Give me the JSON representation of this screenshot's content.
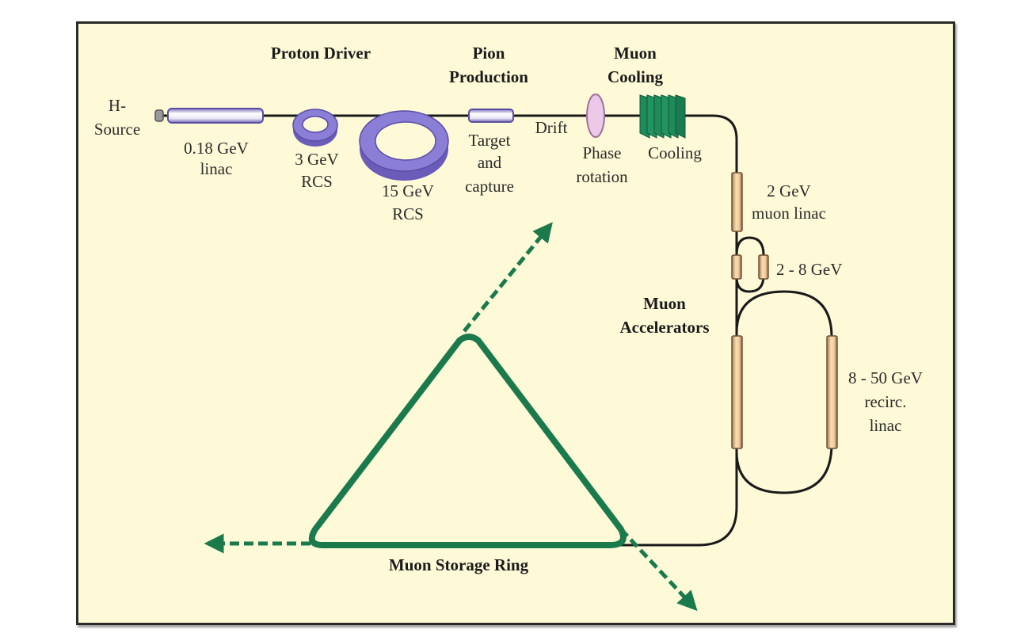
{
  "diagram": {
    "colors": {
      "background": "#fefad8",
      "border": "#2a2a26",
      "beamline": "#1a1a1a",
      "proton_ring": "#7a6cc8",
      "linac_cap": "#8a80c8",
      "phase_rotator": "#e9c6e4",
      "cooling": "#1f8a5a",
      "muon_linac": "#f2cfa0",
      "storage_ring": "#1b7a4c"
    },
    "section_headers": {
      "proton_driver": "Proton Driver",
      "pion_production_1": "Pion",
      "pion_production_2": "Production",
      "muon_cooling_1": "Muon",
      "muon_cooling_2": "Cooling",
      "muon_accelerators_1": "Muon",
      "muon_accelerators_2": "Accelerators",
      "muon_storage_ring": "Muon Storage Ring"
    },
    "components": {
      "h_source_1": "H-",
      "h_source_2": "Source",
      "linac_1": "0.18 GeV",
      "linac_2": "linac",
      "rcs3_1": "3 GeV",
      "rcs3_2": "RCS",
      "rcs15_1": "15 GeV",
      "rcs15_2": "RCS",
      "target_1": "Target",
      "target_2": "and",
      "target_3": "capture",
      "drift": "Drift",
      "phase_1": "Phase",
      "phase_2": "rotation",
      "cooling": "Cooling",
      "muon_linac_1": "2 GeV",
      "muon_linac_2": "muon linac",
      "rla1": "2 - 8 GeV",
      "rla2_1": "8 - 50 GeV",
      "rla2_2": "recirc.",
      "rla2_3": "linac"
    }
  }
}
